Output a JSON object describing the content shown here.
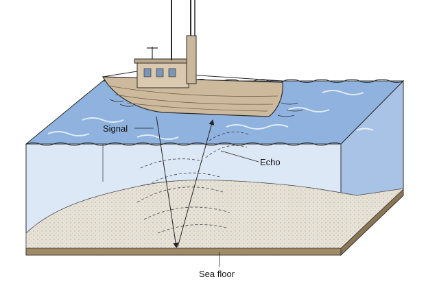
{
  "labels": {
    "signal": "Signal",
    "echo": "Echo",
    "sea_floor": "Sea floor"
  },
  "colors": {
    "water_surface": "#7ea6d6",
    "water_side": "#cfe0f2",
    "water_right": "#9fbde3",
    "sand": "#e6e1d6",
    "sand_dark": "#8c7a5e",
    "hull": "#cbb79c",
    "cabin": "#d8c6ab",
    "outline": "#2a2a2a"
  }
}
